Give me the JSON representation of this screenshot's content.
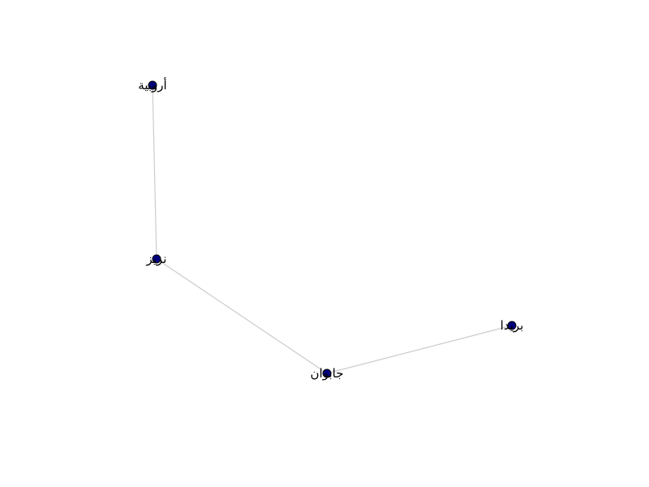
{
  "graph": {
    "node_color": "#00007f",
    "edge_color": "#cccccc",
    "nodes": [
      {
        "id": "n1",
        "label": "أروبية"
      },
      {
        "id": "n2",
        "label": "نريز"
      },
      {
        "id": "n3",
        "label": "جابوان"
      },
      {
        "id": "n4",
        "label": "بريدا"
      }
    ],
    "edges": [
      {
        "from": "n1",
        "to": "n2"
      },
      {
        "from": "n2",
        "to": "n3"
      },
      {
        "from": "n3",
        "to": "n4"
      }
    ]
  }
}
